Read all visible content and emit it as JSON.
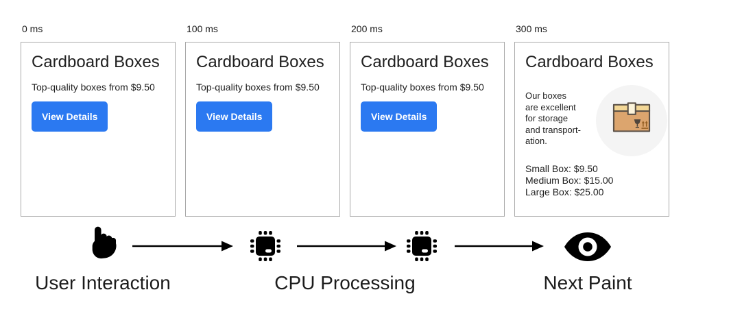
{
  "frames": [
    {
      "timestamp": "0 ms",
      "card": {
        "title": "Cardboard Boxes",
        "subtitle": "Top-quality boxes from $9.50",
        "button_label": "View Details"
      }
    },
    {
      "timestamp": "100 ms",
      "card": {
        "title": "Cardboard Boxes",
        "subtitle": "Top-quality boxes from $9.50",
        "button_label": "View Details"
      }
    },
    {
      "timestamp": "200 ms",
      "card": {
        "title": "Cardboard Boxes",
        "subtitle": "Top-quality boxes from $9.50",
        "button_label": "View Details"
      }
    },
    {
      "timestamp": "300 ms",
      "card": {
        "title": "Cardboard Boxes",
        "description": "Our boxes\nare excellent\nfor storage\nand transport-\nation.",
        "image": "cardboard-box-package-illustration",
        "prices": [
          "Small Box: $9.50",
          "Medium Box: $15.00",
          "Large Box: $25.00"
        ]
      }
    }
  ],
  "flow": {
    "icons": [
      "pointing-hand",
      "cpu-chip",
      "cpu-chip",
      "eye"
    ],
    "labels": [
      "User Interaction",
      "CPU Processing",
      "Next Paint"
    ]
  },
  "colors": {
    "button_blue": "#2b79f1",
    "card_border": "#a9a9a9",
    "icon_black": "#000000",
    "image_circle_bg": "#f4f4f4",
    "box_body": "#dca56e",
    "box_lid": "#f3d796",
    "box_tape": "#fbf3da"
  }
}
